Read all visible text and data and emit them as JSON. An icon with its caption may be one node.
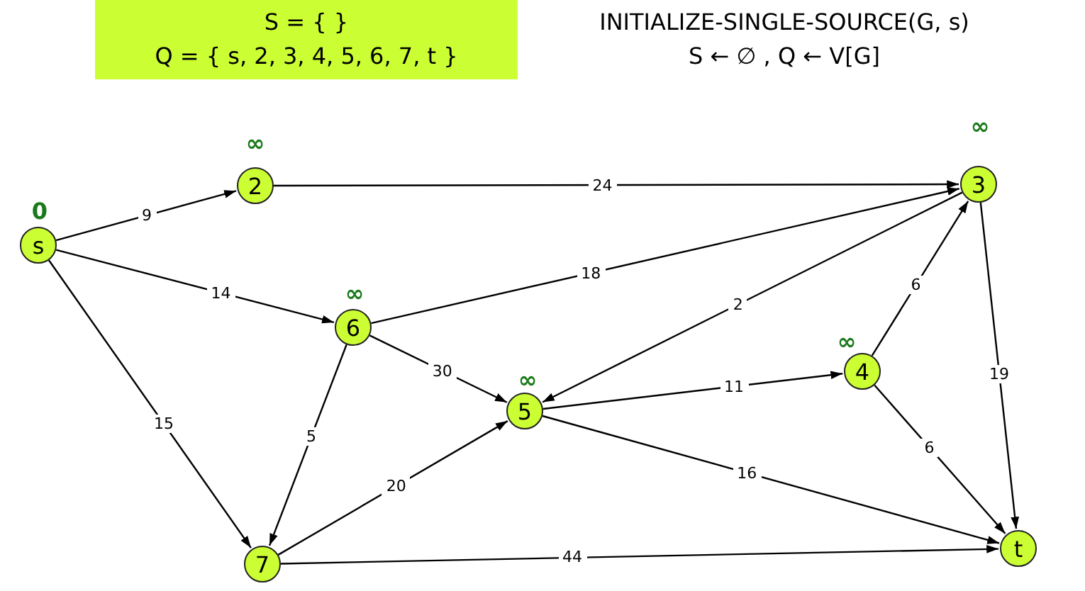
{
  "diagram": {
    "nodes": [
      {
        "text": [
          "S = { }",
          "Q = { s, 2, 3, 4, 5, 6, 7, t }"
        ]
      },
      {
        "text": [
          "s"
        ],
        "beside": [
          "0"
        ]
      },
      {
        "text": [
          "2"
        ],
        "beside": [
          "∞"
        ]
      },
      {
        "text": [
          "3"
        ],
        "beside": [
          "∞"
        ]
      },
      {
        "text": [
          "6"
        ],
        "beside": [
          "∞"
        ]
      },
      {
        "text": [
          "4"
        ],
        "beside": [
          "∞"
        ]
      },
      {
        "text": [
          "5"
        ],
        "beside": [
          "∞"
        ]
      },
      {
        "text": [
          "7"
        ]
      },
      {
        "text": [
          "t"
        ]
      }
    ],
    "edges": [
      {
        "from": 1,
        "to": 2,
        "arrow": "to",
        "label": "9"
      },
      {
        "from": 2,
        "to": 3,
        "arrow": "to",
        "label": "24"
      },
      {
        "from": 1,
        "to": 4,
        "arrow": "to",
        "label": "14"
      },
      {
        "from": 4,
        "to": 3,
        "arrow": "to",
        "label": "18"
      },
      {
        "from": 3,
        "to": 6,
        "arrow": "to",
        "label": "2"
      },
      {
        "from": 5,
        "to": 3,
        "arrow": "to",
        "label": "6"
      },
      {
        "from": 4,
        "to": 6,
        "arrow": "to",
        "label": "30"
      },
      {
        "from": 6,
        "to": 5,
        "arrow": "to",
        "label": "11"
      },
      {
        "from": 3,
        "to": 8,
        "arrow": "to",
        "label": "19"
      },
      {
        "from": 1,
        "to": 7,
        "arrow": "to",
        "label": "15"
      },
      {
        "from": 4,
        "to": 7,
        "arrow": "to",
        "label": "5"
      },
      {
        "from": 5,
        "to": 8,
        "arrow": "to",
        "label": "6"
      },
      {
        "from": 7,
        "to": 6,
        "arrow": "to",
        "label": "20"
      },
      {
        "from": 6,
        "to": 8,
        "arrow": "to",
        "label": "16"
      },
      {
        "from": 7,
        "to": 8,
        "arrow": "to",
        "label": "44"
      }
    ],
    "labels": [
      "INITIALIZE-SINGLE-SOURCE(G, s)",
      "S ← ∅ , Q ← V[G]"
    ]
  }
}
